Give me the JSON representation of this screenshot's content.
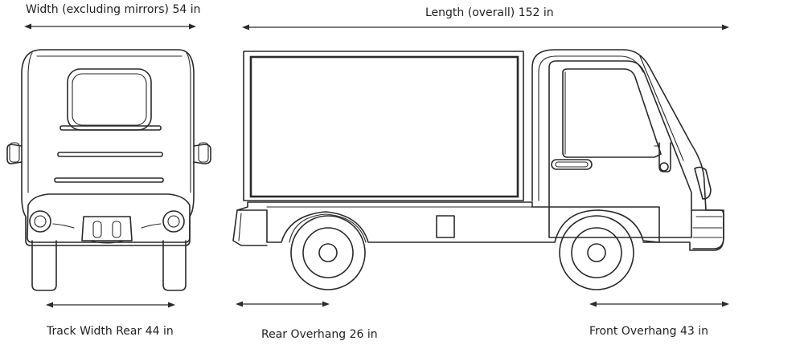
{
  "dimensions": {
    "width": "Width (excluding mirrors) 54 in",
    "length": "Length (overall) 152 in",
    "track_width_rear": "Track Width Rear 44 in",
    "rear_overhang": "Rear Overhang 26 in",
    "front_overhang": "Front Overhang 43 in"
  },
  "colors": {
    "line": "#2a2a2a",
    "text": "#222222",
    "background": "#ffffff"
  }
}
